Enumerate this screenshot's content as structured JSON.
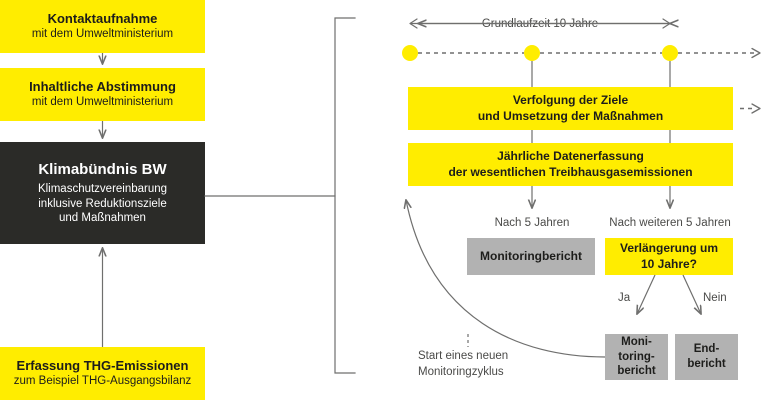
{
  "diagram": {
    "title_visible": false,
    "colors": {
      "accent_yellow": "#ffed00",
      "dark_box": "#2b2b28",
      "gray_box": "#b2b2b2",
      "line": "#6f6f6e",
      "text": "#3c3c3b"
    },
    "left_column": {
      "steps": [
        {
          "id": "kontaktaufnahme",
          "title": "Kontaktaufnahme",
          "subtitle": "mit dem Umweltministerium",
          "style": "yellow"
        },
        {
          "id": "inhaltliche-abstimmung",
          "title": "Inhaltliche Abstimmung",
          "subtitle": "mit dem Umweltministerium",
          "style": "yellow"
        },
        {
          "id": "klimabuendnis-bw",
          "title": "Klimabündnis BW",
          "subtitle_line1": "Klimaschutzvereinbarung",
          "subtitle_line2": "inklusive Reduktionsziele",
          "subtitle_line3": "und Maßnahmen",
          "style": "dark"
        },
        {
          "id": "erfassung-thg",
          "title": "Erfassung THG-Emissionen",
          "subtitle": "zum Beispiel THG-Ausgangsbilanz",
          "style": "yellow"
        }
      ]
    },
    "right_column": {
      "timeline_label": "Grundlaufzeit 10 Jahre",
      "milestone_count": 3,
      "activity_boxes": [
        {
          "id": "verfolgung-der-ziele",
          "line1": "Verfolgung der Ziele",
          "line2": "und Umsetzung der Maßnahmen",
          "style": "yellow"
        },
        {
          "id": "jaehrliche-datenerfassung",
          "line1": "Jährliche Datenerfassung",
          "line2": "der wesentlichen Treibhausgasemissionen",
          "style": "yellow"
        }
      ],
      "branch_labels": {
        "after_5_years": "Nach 5 Jahren",
        "after_further_5_years": "Nach weiteren 5 Jahren",
        "yes": "Ja",
        "no": "Nein"
      },
      "outcome_boxes": [
        {
          "id": "monitoringbericht-5",
          "text": "Monitoringbericht",
          "style": "gray"
        },
        {
          "id": "verlaengerung",
          "line1": "Verlängerung um",
          "line2": "10 Jahre?",
          "style": "yellow"
        },
        {
          "id": "monitoringbericht-ja",
          "line1": "Moni-",
          "line2": "toring-",
          "line3": "bericht",
          "style": "gray"
        },
        {
          "id": "endbericht-nein",
          "line1": "End-",
          "line2": "bericht",
          "style": "gray"
        }
      ],
      "loop_label": {
        "line1": "Start eines neuen",
        "line2": "Monitoringzyklus"
      }
    }
  }
}
